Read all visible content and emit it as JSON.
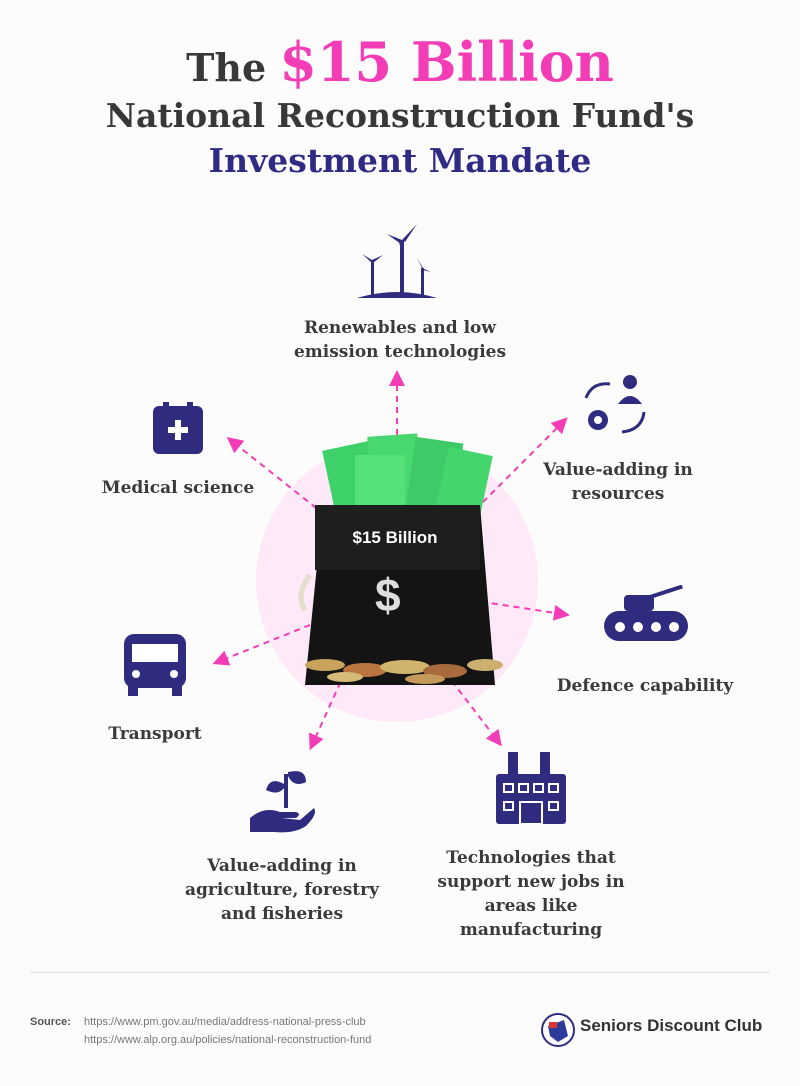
{
  "title": {
    "prefix": "The",
    "highlight": "$15 Billion",
    "line2": "National Reconstruction Fund's",
    "line3": "Investment Mandate"
  },
  "center": {
    "bag_label": "$15 Billion",
    "dollar_symbol": "$"
  },
  "items": [
    {
      "icon": "wind-turbine-icon",
      "lines": [
        "Renewables and low",
        "emission technologies"
      ]
    },
    {
      "icon": "medical-kit-icon",
      "lines": [
        "Medical science"
      ]
    },
    {
      "icon": "resources-cycle-icon",
      "lines": [
        "Value-adding in",
        "resources"
      ]
    },
    {
      "icon": "tank-icon",
      "lines": [
        "Defence capability"
      ]
    },
    {
      "icon": "bus-icon",
      "lines": [
        "Transport"
      ]
    },
    {
      "icon": "plant-hand-icon",
      "lines": [
        "Value-adding in",
        "agriculture, forestry",
        "and fisheries"
      ]
    },
    {
      "icon": "factory-icon",
      "lines": [
        "Technologies that",
        "support new jobs in",
        "areas like",
        "manufacturing"
      ]
    }
  ],
  "footer": {
    "source_label": "Source:",
    "sources": [
      "https://www.pm.gov.au/media/address-national-press-club",
      "https://www.alp.org.au/policies/national-reconstruction-fund"
    ],
    "brand": "Seniors Discount Club"
  },
  "colors": {
    "pink": "#f23db6",
    "navy": "#2f2c80",
    "circle": "#fde9f7"
  }
}
